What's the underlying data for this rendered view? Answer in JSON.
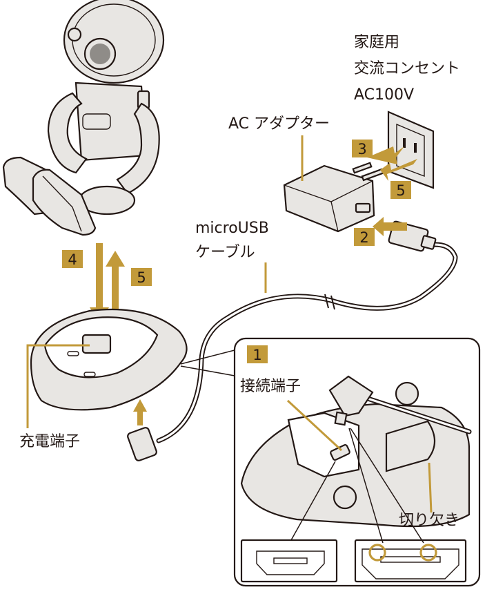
{
  "labels": {
    "outlet": [
      "家庭用",
      "交流コンセント",
      "AC100V"
    ],
    "ac_adapter": "AC アダプター",
    "usb_cable": [
      "microUSB",
      "ケーブル"
    ],
    "charging_terminal": "充電端子",
    "connection_terminal": "接続端子",
    "notch": "切り欠き"
  },
  "steps": {
    "s1": "1",
    "s2": "2",
    "s3": "3",
    "s4": "4",
    "s5_robot": "5",
    "s5_outlet": "5"
  },
  "colors": {
    "badge": "#c29a3a",
    "arrow": "#c29a3a",
    "line": "#231815"
  }
}
